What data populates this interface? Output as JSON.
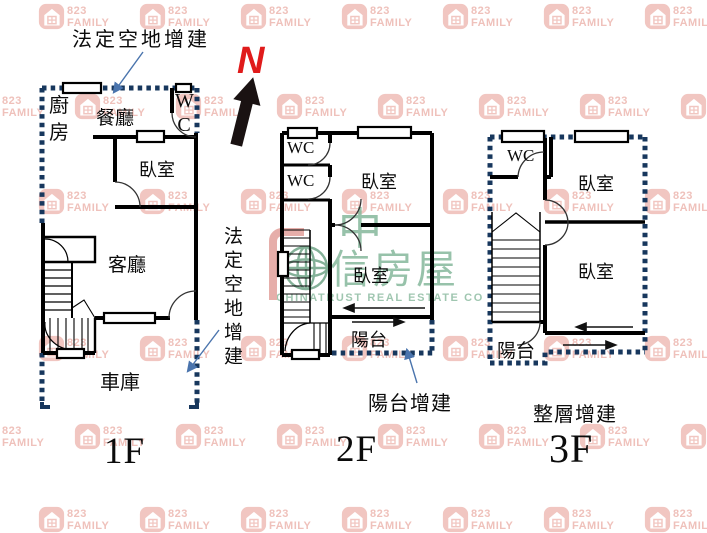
{
  "annotations": {
    "legal_open_space_top": "法定空地增建",
    "legal_open_space_side": "法定空地增建",
    "balcony_addition": "陽台增建",
    "full_floor_addition": "整層增建",
    "north": "N"
  },
  "floors": [
    {
      "label": "1F",
      "rooms": {
        "kitchen": "廚房",
        "dining": "餐廳",
        "wc": "WC",
        "bedroom": "臥室",
        "living": "客廳",
        "garage": "車庫"
      }
    },
    {
      "label": "2F",
      "rooms": {
        "wc_upper": "WC",
        "wc_lower": "WC",
        "bedroom_front": "臥室",
        "bedroom_rear": "臥室",
        "balcony": "陽台"
      }
    },
    {
      "label": "3F",
      "rooms": {
        "wc": "WC",
        "bedroom_front": "臥室",
        "bedroom_rear": "臥室",
        "balcony": "陽台"
      }
    }
  ],
  "watermarks": {
    "family": {
      "number": "823",
      "name": "FAMILY",
      "color": "#f1c6c1"
    },
    "agency": {
      "char_top": "中",
      "chars_bottom": "信房屋",
      "english": "CHINATRUST REAL ESTATE CO",
      "green": "#86b89c",
      "red": "#e2a19c"
    }
  },
  "colors": {
    "wall": "#000000",
    "addition_boundary": "#17375d",
    "north_arrow": "#1a1212",
    "north_label": "#e01b1b",
    "annotation_arrow": "#4a74ad",
    "window_fill": "#ffffff"
  }
}
